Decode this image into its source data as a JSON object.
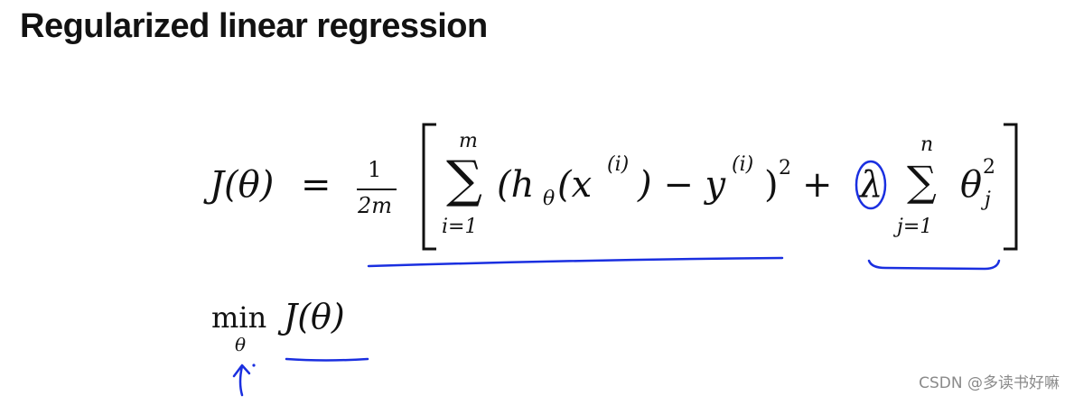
{
  "title": "Regularized linear regression",
  "equation": {
    "lhs": "J(θ)",
    "equals": "=",
    "frac_num": "1",
    "frac_den": "2m",
    "sum1_top": "m",
    "sum1_bottom": "i=1",
    "sum_symbol": "∑",
    "term1_open": "(h",
    "term1_sub": "θ",
    "term1_mid": "(x",
    "term1_sup_i": "(i)",
    "term1_minus": ") − y",
    "term1_sup_i2": "(i)",
    "term1_close": ")",
    "term1_pow": "2",
    "plus": "+",
    "lambda": "λ",
    "sum2_top": "n",
    "sum2_bottom": "j=1",
    "theta": "θ",
    "theta_sub": "j",
    "theta_pow": "2"
  },
  "objective": {
    "min": "min",
    "min_sub": "θ",
    "func": "J(θ)"
  },
  "watermark": "CSDN @多读书好嘛",
  "colors": {
    "ink_blue": "#1a2fe0",
    "text": "#111111",
    "watermark": "#8a8a8a"
  }
}
